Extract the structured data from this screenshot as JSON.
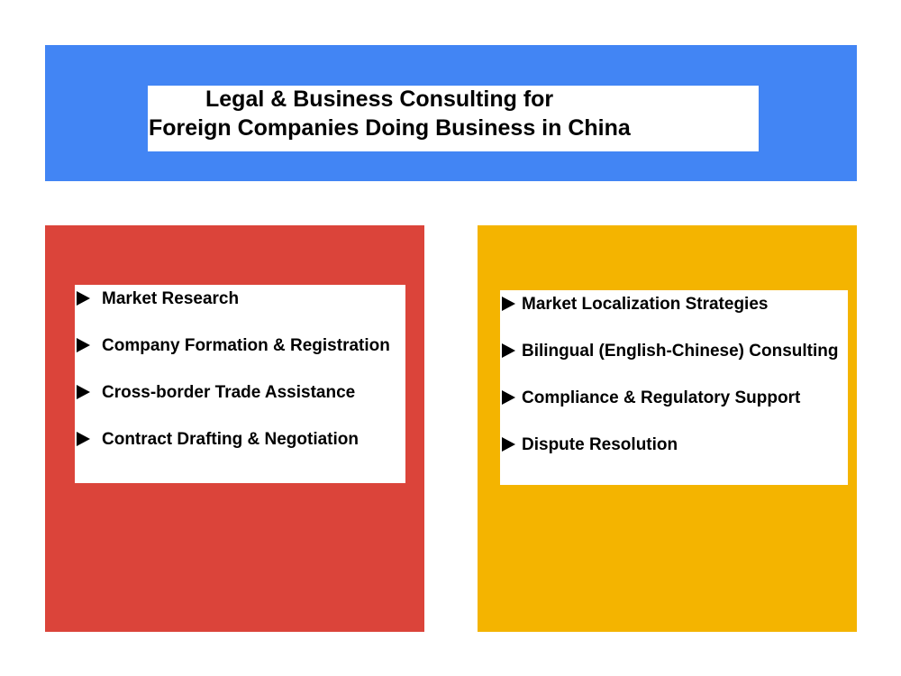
{
  "colors": {
    "header_panel": "#4285f4",
    "left_panel": "#db443a",
    "right_panel": "#f4b400",
    "text_box": "#ffffff",
    "text": "#000000"
  },
  "header": {
    "title_line1": "Legal & Business Consulting for",
    "title_line2": "Foreign Companies Doing Business in China"
  },
  "left_list": {
    "bullet_icon": "triangle-right-icon",
    "items": [
      {
        "label": "Market Research"
      },
      {
        "label": "Company Formation & Registration"
      },
      {
        "label": "Cross-border Trade Assistance"
      },
      {
        "label": "Contract Drafting & Negotiation"
      }
    ]
  },
  "right_list": {
    "bullet_icon": "triangle-right-icon",
    "items": [
      {
        "label": "Market Localization Strategies"
      },
      {
        "label": "Bilingual (English-Chinese) Consulting"
      },
      {
        "label": "Compliance & Regulatory Support"
      },
      {
        "label": "Dispute Resolution"
      }
    ]
  }
}
